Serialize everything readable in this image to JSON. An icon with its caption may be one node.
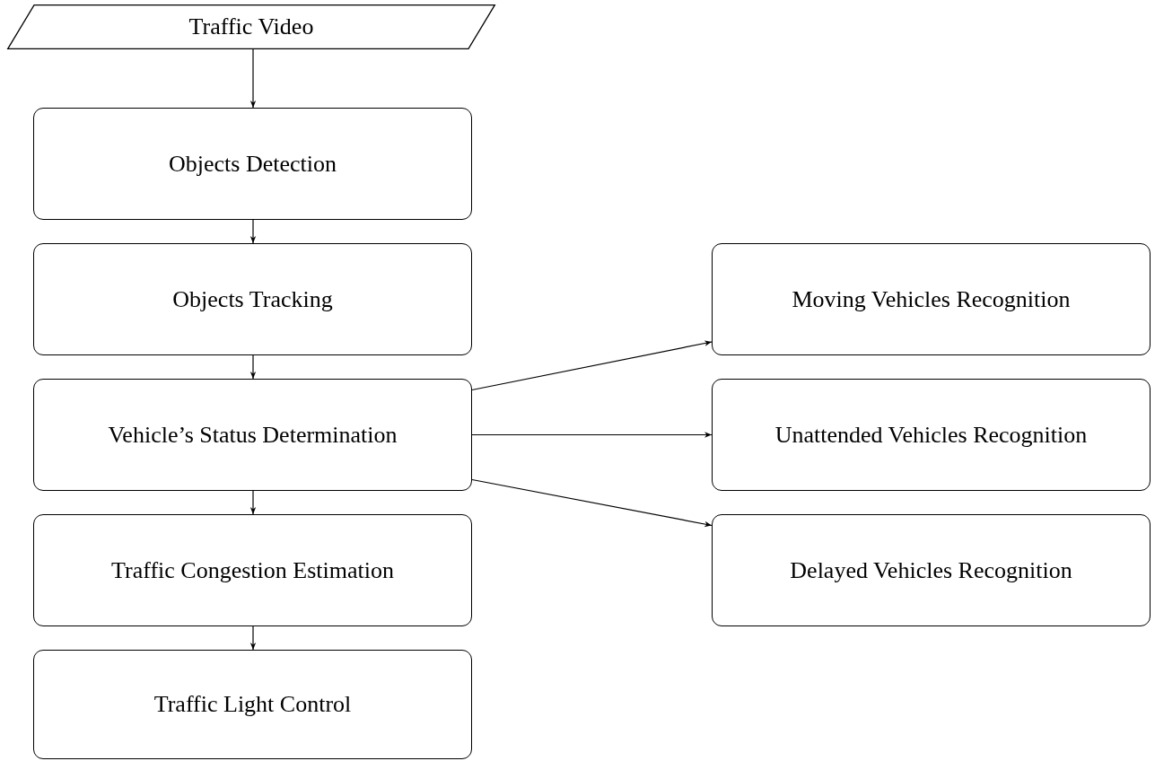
{
  "diagram": {
    "nodes": [
      {
        "text": [
          "Traffic Video"
        ]
      },
      {
        "text": [
          "Objects Detection"
        ]
      },
      {
        "text": [
          "Objects Tracking"
        ]
      },
      {
        "text": [
          "Vehicle’s Status Determination"
        ]
      },
      {
        "text": [
          "Traffic Congestion Estimation"
        ]
      },
      {
        "text": [
          "Traffic Light Control"
        ]
      },
      {
        "text": [
          "Moving Vehicles Recognition"
        ]
      },
      {
        "text": [
          "Unattended Vehicles Recognition"
        ]
      },
      {
        "text": [
          "Delayed Vehicles Recognition"
        ]
      }
    ],
    "edges": [
      {
        "from": 0,
        "to": 1,
        "arrow": "to"
      },
      {
        "from": 1,
        "to": 2,
        "arrow": "to"
      },
      {
        "from": 2,
        "to": 3,
        "arrow": "to"
      },
      {
        "from": 3,
        "to": 4,
        "arrow": "to"
      },
      {
        "from": 4,
        "to": 5,
        "arrow": "to"
      },
      {
        "from": 3,
        "to": 6,
        "arrow": "to"
      },
      {
        "from": 3,
        "to": 7,
        "arrow": "to"
      },
      {
        "from": 3,
        "to": 8,
        "arrow": "to"
      }
    ]
  }
}
